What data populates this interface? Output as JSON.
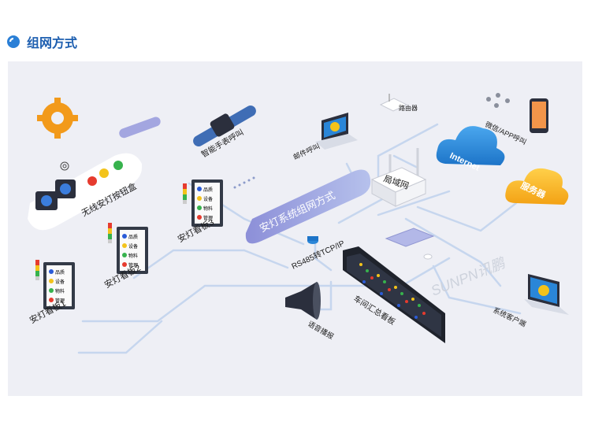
{
  "header": {
    "title": "组网方式"
  },
  "labels": {
    "button_box": "无线安灯按钮盒",
    "smart_watch": "智能手表呼叫",
    "mail_call": "邮件呼叫",
    "router": "路由器",
    "internet": "Internet",
    "wechat_app": "微信/APP呼叫",
    "lan": "局域网",
    "server": "服务器",
    "network_banner": "安灯系统组网方式",
    "board3": "安灯看板3",
    "board2": "安灯看板2",
    "board1": "安灯看板1",
    "rs485": "RS485转TCP/IP",
    "workshop_board": "车间汇总看板",
    "voice": "语音播报",
    "client": "系统客户端",
    "watermark": "SUNPN讯鹏"
  },
  "board_rows": [
    "品质",
    "设备",
    "物料",
    "管理"
  ],
  "colors": {
    "accent": "#1e5fb0",
    "line": "#c7d7ee",
    "cloud_blue": "#2a86d8",
    "cloud_orange": "#f6b21a",
    "gear": "#f29a1b",
    "banner": "#8f9ad8"
  }
}
